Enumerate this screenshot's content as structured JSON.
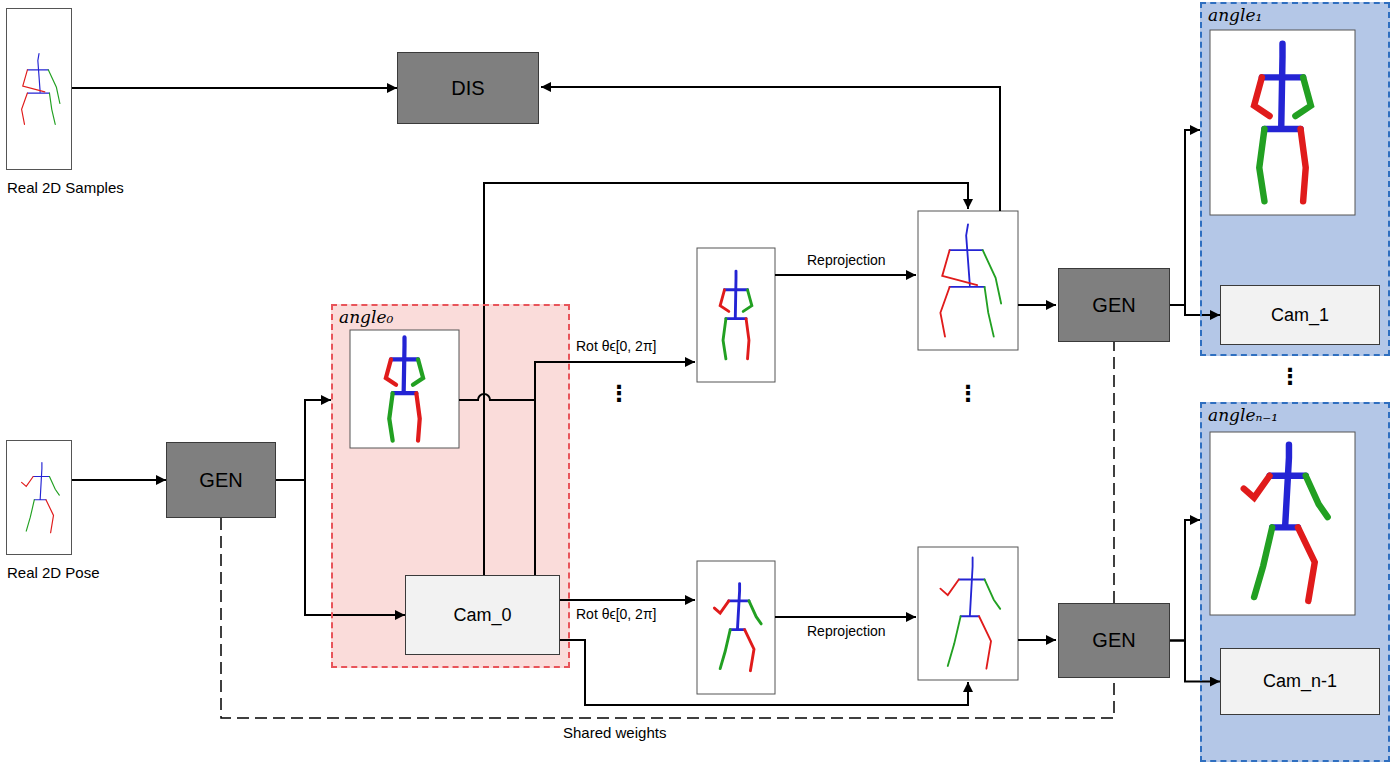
{
  "diagram": {
    "nodes": [
      {
        "text": [
          "Real 2D Samples"
        ]
      },
      {
        "text": [
          "DIS"
        ]
      },
      {
        "text": [
          "Real 2D Pose"
        ]
      },
      {
        "text": [
          "GEN"
        ]
      },
      {
        "text": [
          "angle₀"
        ]
      },
      {
        "text": [
          "Cam_0"
        ],
        "in": 4
      },
      {
        "text": [
          "GEN"
        ]
      },
      {
        "text": [
          "GEN"
        ]
      },
      {
        "text": [
          "angle₁"
        ]
      },
      {
        "text": [
          "Cam_1"
        ],
        "in": 8
      },
      {
        "text": [
          "angleₙ₋₁"
        ]
      },
      {
        "text": [
          "Cam_n-1"
        ],
        "in": 10
      }
    ],
    "edges": [
      {
        "from": 0,
        "to": 1,
        "arrow": "to"
      },
      {
        "from": 2,
        "to": 3,
        "arrow": "to"
      },
      {
        "from": 3,
        "to": 4,
        "arrow": "to"
      },
      {
        "from": 3,
        "to": 5,
        "arrow": "to"
      },
      {
        "from": 6,
        "to": 8,
        "arrow": "to"
      },
      {
        "from": 6,
        "to": 9,
        "arrow": "to"
      },
      {
        "from": 7,
        "to": 10,
        "arrow": "to"
      },
      {
        "from": 7,
        "to": 11,
        "arrow": "to"
      },
      {
        "from": 3,
        "to": 7,
        "arrow": "none"
      },
      {
        "from": 7,
        "to": 6,
        "arrow": "none"
      }
    ],
    "labels": [
      "Rot θϵ[0, 2π]",
      "Rot θϵ[0, 2π]",
      "Reprojection",
      "Reprojection",
      "⋮",
      "⋮",
      "⋮",
      "Shared weights"
    ]
  }
}
